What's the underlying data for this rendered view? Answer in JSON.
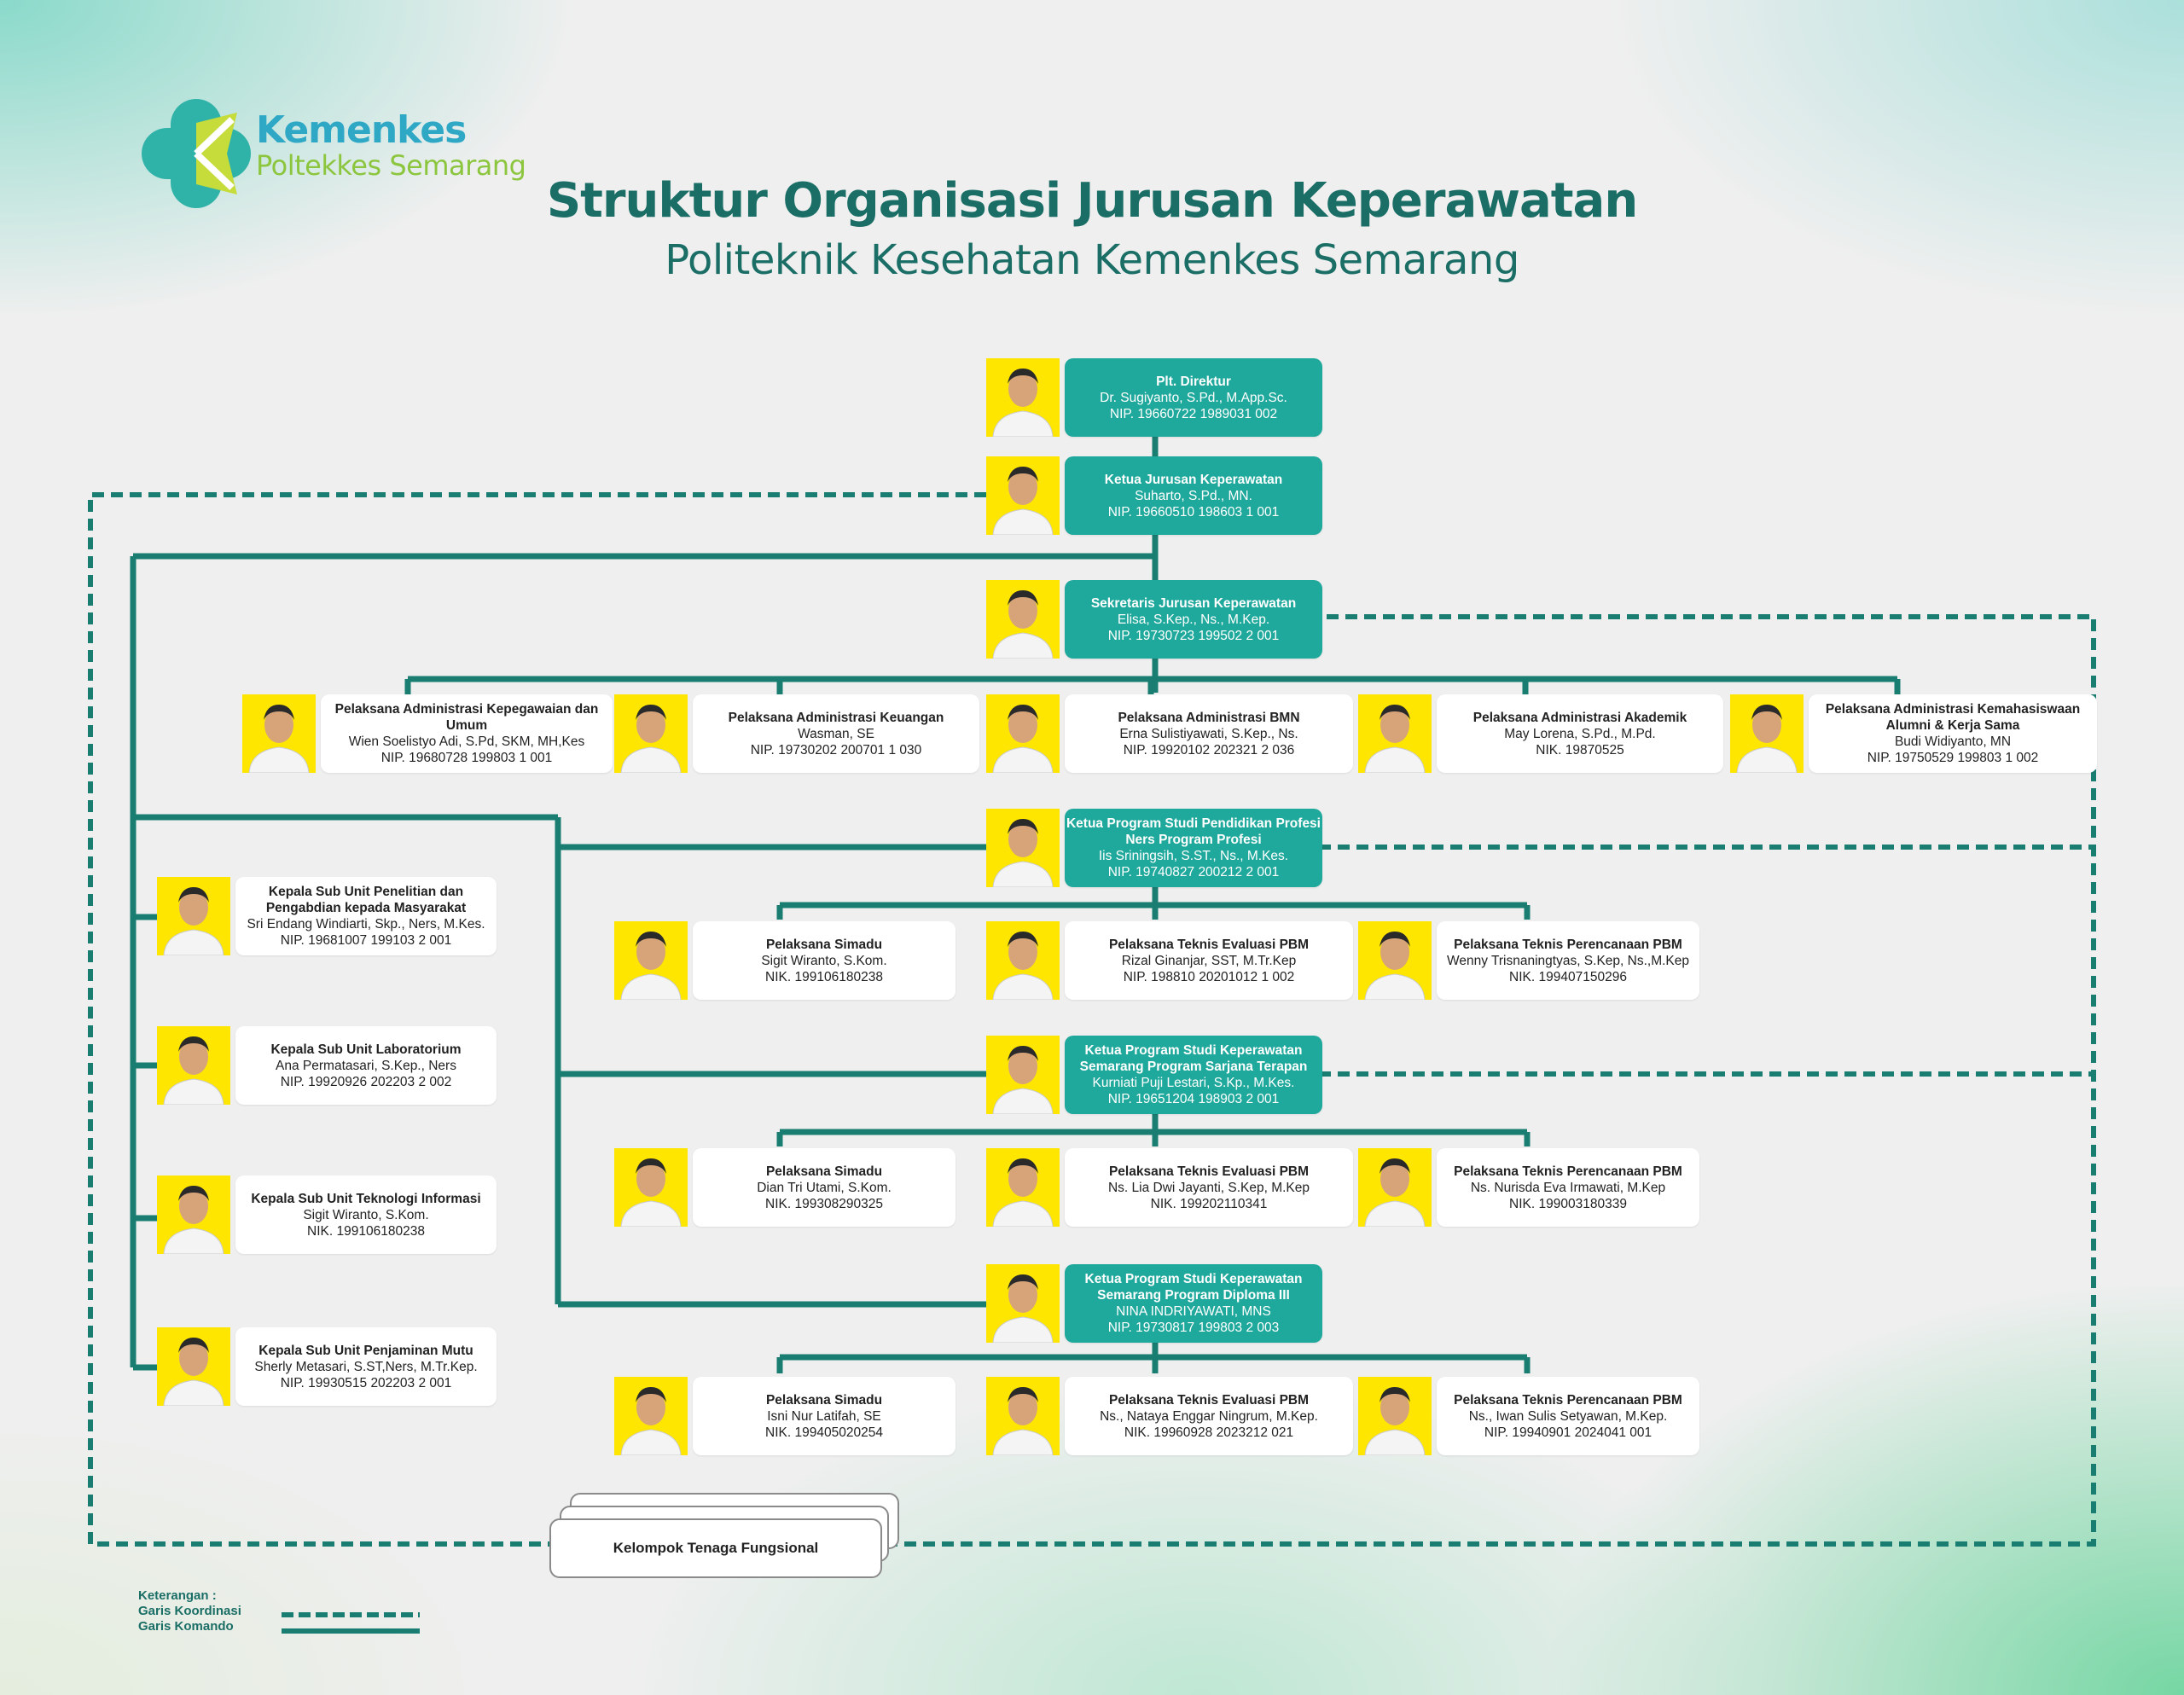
{
  "logo": {
    "line1": "Kemenkes",
    "line2": "Poltekkes Semarang"
  },
  "title": "Struktur Organisasi Jurusan Keperawatan",
  "subtitle": "Politeknik Kesehatan Kemenkes Semarang",
  "colors": {
    "teal": "#1fa89c",
    "line": "#1a7d72",
    "photo_bg": "#ffe600"
  },
  "nodes": {
    "direktur": {
      "role": "Plt. Direktur",
      "name": "Dr. Sugiyanto, S.Pd., M.App.Sc.",
      "nip": "NIP. 19660722 1989031 002"
    },
    "kajur": {
      "role": "Ketua Jurusan Keperawatan",
      "name": "Suharto, S.Pd., MN.",
      "nip": "NIP. 19660510 198603 1 001"
    },
    "sekjur": {
      "role": "Sekretaris Jurusan Keperawatan",
      "name": "Elisa, S.Kep., Ns., M.Kep.",
      "nip": "NIP. 19730723 199502 2 001"
    },
    "adm_kepegawaian": {
      "role": "Pelaksana Administrasi Kepegawaian dan Umum",
      "name": "Wien Soelistyo Adi, S.Pd, SKM, MH,Kes",
      "nip": "NIP. 19680728 199803 1 001"
    },
    "adm_keuangan": {
      "role": "Pelaksana Administrasi Keuangan",
      "name": "Wasman, SE",
      "nip": "NIP. 19730202 200701 1 030"
    },
    "adm_bmn": {
      "role": "Pelaksana Administrasi BMN",
      "name": "Erna Sulistiyawati, S.Kep., Ns.",
      "nip": "NIP. 19920102 202321 2 036"
    },
    "adm_akademik": {
      "role": "Pelaksana Administrasi Akademik",
      "name": "May Lorena, S.Pd., M.Pd.",
      "nip": "NIK. 19870525"
    },
    "adm_kemahasiswaan": {
      "role": "Pelaksana Administrasi Kemahasiswaan Alumni & Kerja Sama",
      "name": "Budi Widiyanto, MN",
      "nip": "NIP. 19750529 199803 1 002"
    },
    "kaprodi_ners": {
      "role": "Ketua Program Studi Pendidikan Profesi Ners Program Profesi",
      "name": "Iis Sriningsih, S.ST., Ns., M.Kes.",
      "nip": "NIP. 19740827 200212 2 001"
    },
    "ners_simadu": {
      "role": "Pelaksana Simadu",
      "name": "Sigit Wiranto, S.Kom.",
      "nip": "NIK. 199106180238"
    },
    "ners_evaluasi": {
      "role": "Pelaksana Teknis Evaluasi PBM",
      "name": "Rizal Ginanjar, SST, M.Tr.Kep",
      "nip": "NIP. 198810 20201012 1 002"
    },
    "ners_perencanaan": {
      "role": "Pelaksana Teknis Perencanaan PBM",
      "name": "Wenny Trisnaningtyas, S.Kep, Ns.,M.Kep",
      "nip": "NIK. 199407150296"
    },
    "kaprodi_sarjana": {
      "role": "Ketua Program Studi Keperawatan Semarang Program Sarjana Terapan",
      "name": "Kurniati Puji Lestari, S.Kp., M.Kes.",
      "nip": "NIP. 19651204 198903 2 001"
    },
    "sarjana_simadu": {
      "role": "Pelaksana Simadu",
      "name": "Dian Tri Utami, S.Kom.",
      "nip": "NIK. 199308290325"
    },
    "sarjana_evaluasi": {
      "role": "Pelaksana Teknis Evaluasi PBM",
      "name": "Ns. Lia Dwi Jayanti, S.Kep, M.Kep",
      "nip": "NIK. 199202110341"
    },
    "sarjana_perencanaan": {
      "role": "Pelaksana Teknis Perencanaan PBM",
      "name": "Ns. Nurisda Eva Irmawati, M.Kep",
      "nip": "NIK. 199003180339"
    },
    "kaprodi_diploma": {
      "role": "Ketua Program Studi Keperawatan Semarang Program Diploma III",
      "name": "NINA INDRIYAWATI, MNS",
      "nip": "NIP. 19730817 199803 2 003"
    },
    "diploma_simadu": {
      "role": "Pelaksana Simadu",
      "name": "Isni Nur Latifah, SE",
      "nip": "NIK. 199405020254"
    },
    "diploma_evaluasi": {
      "role": "Pelaksana Teknis Evaluasi PBM",
      "name": "Ns., Nataya Enggar Ningrum, M.Kep.",
      "nip": "NIK. 19960928 2023212 021"
    },
    "diploma_perencanaan": {
      "role": "Pelaksana Teknis Perencanaan PBM",
      "name": "Ns., Iwan Sulis Setyawan, M.Kep.",
      "nip": "NIP. 19940901 2024041 001"
    },
    "sub_penelitian": {
      "role": "Kepala Sub Unit Penelitian dan Pengabdian kepada Masyarakat",
      "name": "Sri Endang Windiarti, Skp., Ners, M.Kes.",
      "nip": "NIP. 19681007 199103 2 001"
    },
    "sub_laboratorium": {
      "role": "Kepala Sub Unit Laboratorium",
      "name": "Ana Permatasari, S.Kep., Ners",
      "nip": "NIP. 19920926 202203 2 002"
    },
    "sub_ti": {
      "role": "Kepala Sub Unit Teknologi Informasi",
      "name": "Sigit Wiranto, S.Kom.",
      "nip": "NIK. 199106180238"
    },
    "sub_mutu": {
      "role": "Kepala Sub Unit Penjaminan Mutu",
      "name": "Sherly Metasari, S.ST,Ners, M.Tr.Kep.",
      "nip": "NIP. 19930515 202203 2 001"
    }
  },
  "fungsional": "Kelompok Tenaga Fungsional",
  "legend": {
    "title": "Keterangan :",
    "koordinasi": "Garis Koordinasi",
    "komando": "Garis Komando"
  }
}
